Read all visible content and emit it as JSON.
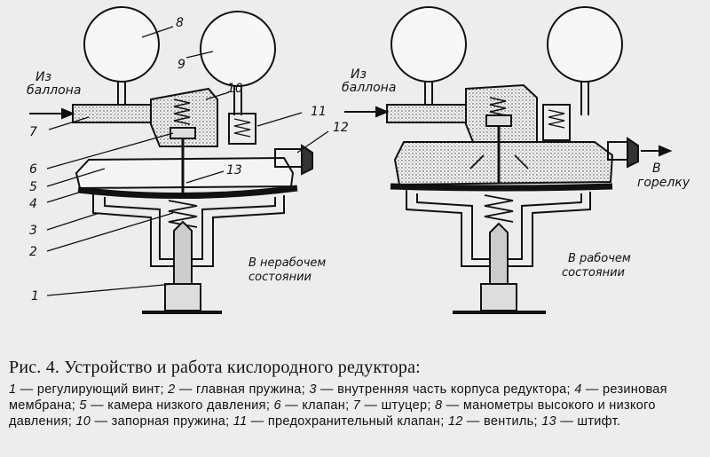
{
  "diagram": {
    "left_inlet_label": [
      "Из",
      "баллона"
    ],
    "right_inlet_label": [
      "Из",
      "баллона"
    ],
    "outlet_label": [
      "В",
      "горелку"
    ],
    "state_off": [
      "В нерабочем",
      "состоянии"
    ],
    "state_on": [
      "В рабочем",
      "состоянии"
    ],
    "numbers": [
      "1",
      "2",
      "3",
      "4",
      "5",
      "6",
      "7",
      "8",
      "9",
      "10",
      "11",
      "12",
      "13"
    ]
  },
  "caption": {
    "title": "Рис. 4. Устройство и работа кислородного редуктора:",
    "items": [
      {
        "n": "1",
        "text": "регулирующий винт"
      },
      {
        "n": "2",
        "text": "главная пружина"
      },
      {
        "n": "3",
        "text": "внутренняя часть корпуса редуктора"
      },
      {
        "n": "4",
        "text": "резиновая мембрана"
      },
      {
        "n": "5",
        "text": "камера низкого давления"
      },
      {
        "n": "6",
        "text": "клапан"
      },
      {
        "n": "7",
        "text": "штуцер"
      },
      {
        "n": "8",
        "text": "манометры высокого и низкого давления"
      },
      {
        "n": "10",
        "text": "запорная пружина"
      },
      {
        "n": "11",
        "text": "предохранительный клапан"
      },
      {
        "n": "12",
        "text": "вентиль"
      },
      {
        "n": "13",
        "text": "штифт"
      }
    ]
  }
}
